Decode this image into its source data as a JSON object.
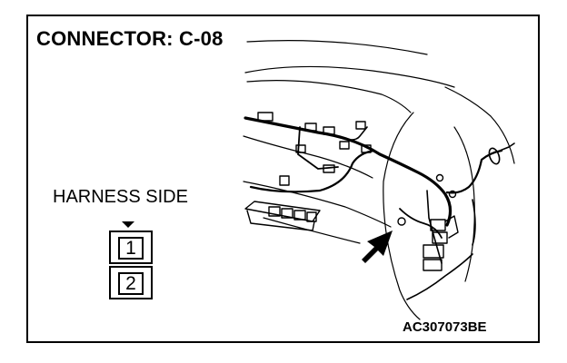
{
  "title": "CONNECTOR: C-08",
  "harness_label": "HARNESS SIDE",
  "connector": {
    "pins": [
      "1",
      "2"
    ]
  },
  "ref_code": "AC307073BE"
}
